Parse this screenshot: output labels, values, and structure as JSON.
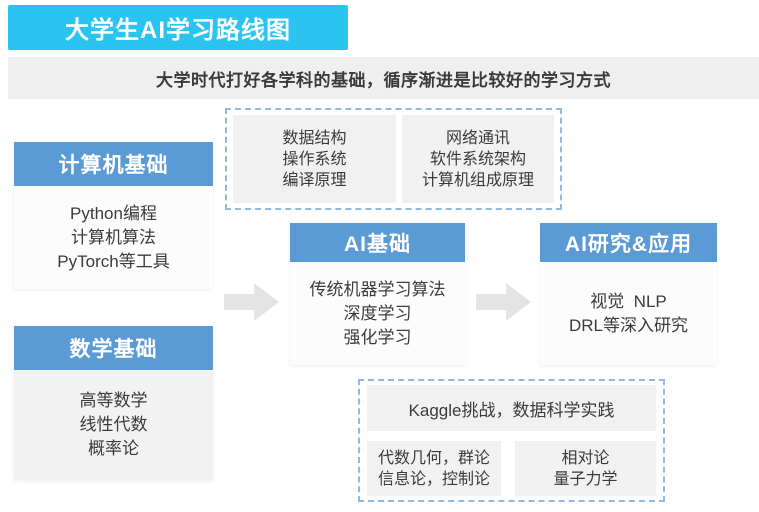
{
  "title_banner": {
    "text": "大学生AI学习路线图"
  },
  "subtitle": {
    "text": "大学时代打好各学科的基础，循序渐进是比较好的学习方式"
  },
  "colors": {
    "banner_bg": "#2bc4f1",
    "header_bg": "#5b9bd5",
    "dashed_border": "#90badf",
    "arrow": "#e4e4e4",
    "text": "#3b3b3b",
    "cell_bg": "#f1f1f1"
  },
  "computer_basics": {
    "header": "计算机基础",
    "items": [
      "Python编程",
      "计算机算法",
      "PyTorch等工具"
    ]
  },
  "math_basics": {
    "header": "数学基础",
    "items": [
      "高等数学",
      "线性代数",
      "概率论"
    ]
  },
  "ai_basics": {
    "header": "AI基础",
    "items": [
      "传统机器学习算法",
      "深度学习",
      "强化学习"
    ]
  },
  "ai_research": {
    "header": "AI研究&应用",
    "items": [
      "视觉  NLP",
      "DRL等深入研究"
    ]
  },
  "cs_core_courses": {
    "group1": {
      "items": [
        "数据结构",
        "操作系统",
        "编译原理"
      ]
    },
    "group2": {
      "items": [
        "网络通讯",
        "软件系统架构",
        "计算机组成原理"
      ]
    }
  },
  "extensions": {
    "kaggle": {
      "text": "Kaggle挑战，数据科学实践"
    },
    "advanced_math": {
      "items": [
        "代数几何，群论",
        "信息论，控制论"
      ]
    },
    "physics": {
      "items": [
        "相对论",
        "量子力学"
      ]
    }
  }
}
